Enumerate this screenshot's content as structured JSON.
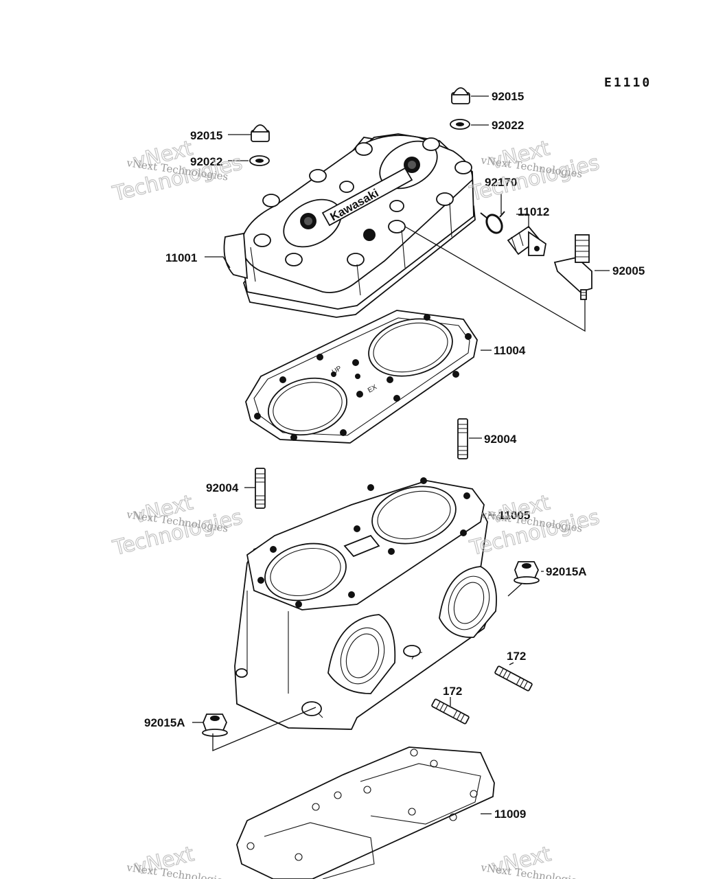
{
  "diagram": {
    "code": "E1110",
    "watermark": {
      "line1": "vNext",
      "line2": "Technologies",
      "small": "vNext Technologies"
    },
    "logo_text": "Kawasaki",
    "gasket_marks": {
      "up": "UP",
      "ex": "EX"
    },
    "labels": [
      "92015",
      "92022",
      "92015",
      "92022",
      "92170",
      "11012",
      "11001",
      "92005",
      "11004",
      "92004",
      "92004",
      "11005",
      "92015A",
      "172",
      "172",
      "92015A",
      "11009"
    ]
  }
}
